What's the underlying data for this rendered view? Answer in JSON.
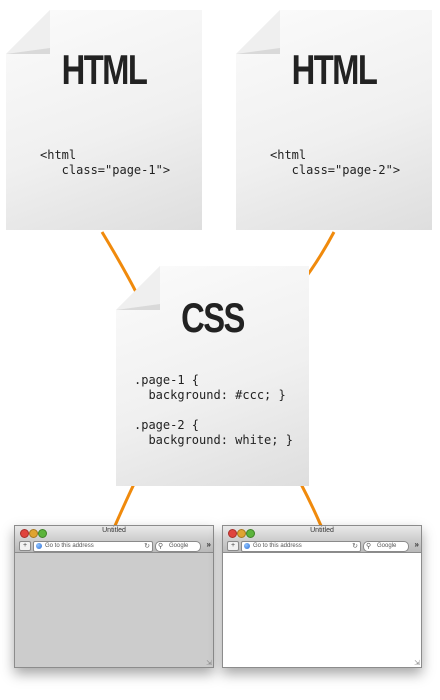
{
  "documents": {
    "html_page_1": {
      "title": "HTML",
      "code": "<html\n   class=\"page-1\">"
    },
    "html_page_2": {
      "title": "HTML",
      "code": "<html\n   class=\"page-2\">"
    },
    "css": {
      "title": "CSS",
      "code": ".page-1 {\n  background: #ccc; }\n\n.page-2 {\n  background: white; }"
    }
  },
  "browsers": [
    {
      "window_title": "Untitled",
      "address_placeholder": "Go to this address",
      "search_placeholder": "Google",
      "content_color": "#cccccc"
    },
    {
      "window_title": "Untitled",
      "address_placeholder": "Go to this address",
      "search_placeholder": "Google",
      "content_color": "#ffffff"
    }
  ],
  "colors": {
    "connector": "#f08a0c",
    "title_text": "#222222"
  }
}
